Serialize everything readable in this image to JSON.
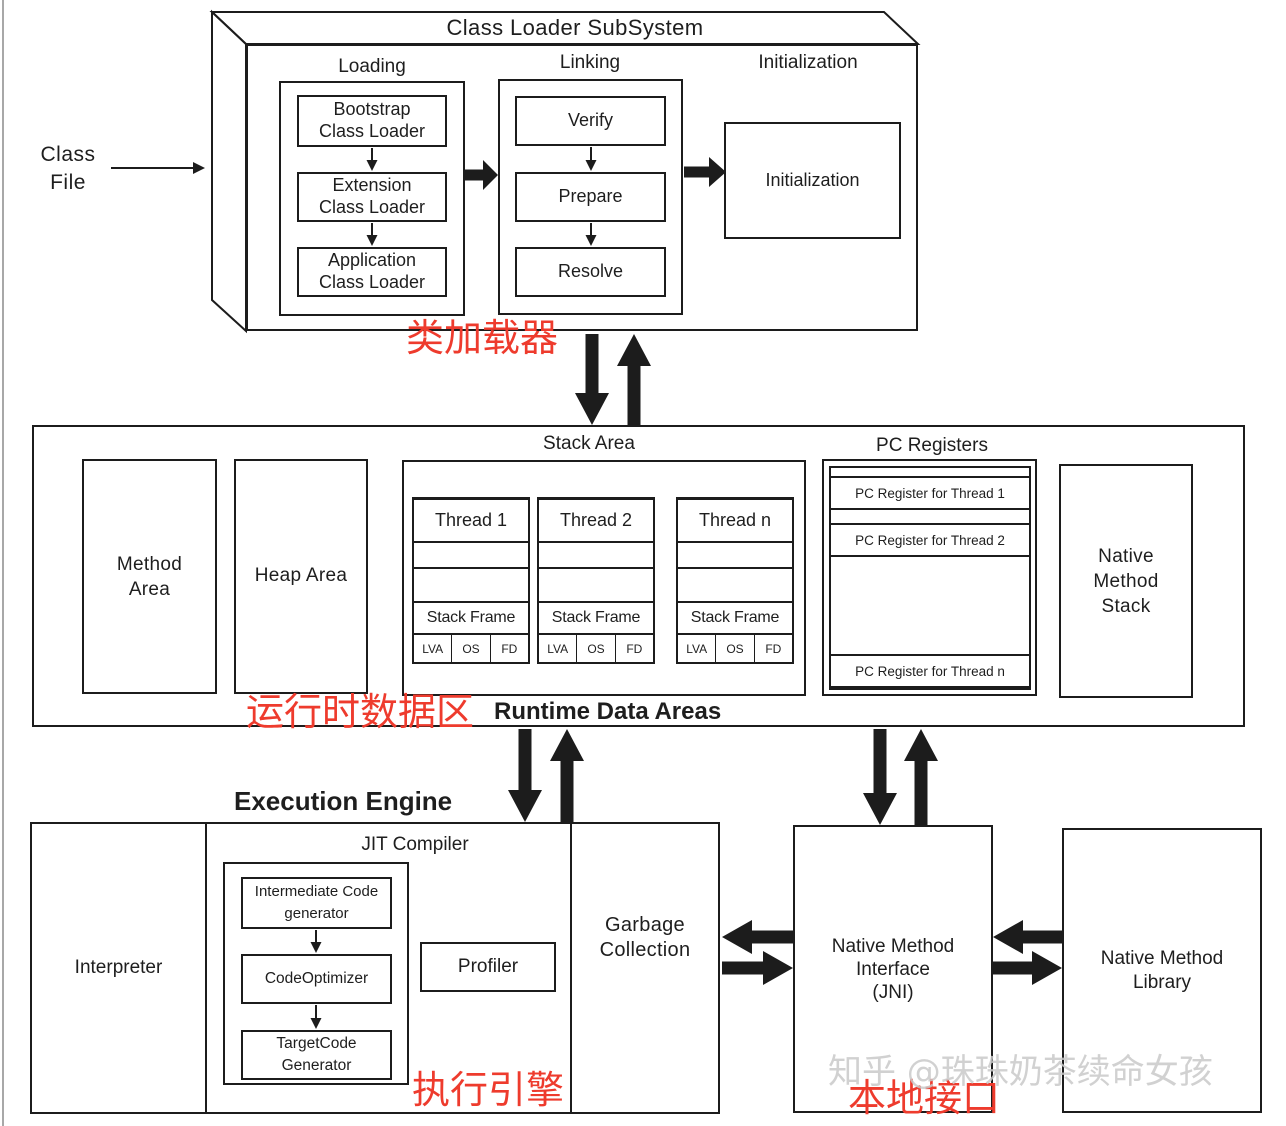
{
  "class_loader": {
    "title": "Class Loader SubSystem",
    "input_label": "Class\nFile",
    "loading": {
      "label": "Loading",
      "items": [
        "Bootstrap\nClass Loader",
        "Extension\nClass Loader",
        "Application\nClass Loader"
      ]
    },
    "linking": {
      "label": "Linking",
      "items": [
        "Verify",
        "Prepare",
        "Resolve"
      ]
    },
    "initialization": {
      "label": "Initialization",
      "box": "Initialization"
    },
    "cn_label": "类加载器"
  },
  "runtime": {
    "title": "Runtime Data Areas",
    "cn_label": "运行时数据区",
    "method_area": "Method\nArea",
    "heap_area": "Heap Area",
    "stack_area": {
      "label": "Stack Area",
      "threads": [
        {
          "name": "Thread 1",
          "frame": "Stack Frame",
          "cells": [
            "LVA",
            "OS",
            "FD"
          ]
        },
        {
          "name": "Thread 2",
          "frame": "Stack Frame",
          "cells": [
            "LVA",
            "OS",
            "FD"
          ]
        },
        {
          "name": "Thread n",
          "frame": "Stack Frame",
          "cells": [
            "LVA",
            "OS",
            "FD"
          ]
        }
      ]
    },
    "pc_registers": {
      "label": "PC Registers",
      "items": [
        "PC Register for Thread 1",
        "PC Register for Thread 2",
        "PC Register for Thread n"
      ]
    },
    "native_method_stack": "Native\nMethod\nStack"
  },
  "execution": {
    "title": "Execution Engine",
    "cn_label": "执行引擎",
    "interpreter": "Interpreter",
    "jit": {
      "label": "JIT Compiler",
      "steps": [
        "Intermediate Code\ngenerator",
        "CodeOptimizer",
        "TargetCode\nGenerator"
      ],
      "profiler": "Profiler"
    },
    "gc": "Garbage\nCollection"
  },
  "jni": {
    "label": "Native Method\nInterface\n(JNI)",
    "cn_label": "本地接口"
  },
  "native_library": "Native Method\nLibrary",
  "watermark": "知乎 @珠珠奶茶续命女孩",
  "colors": {
    "stroke": "#1c1c1c",
    "annotation_red": "#ee3b2d",
    "watermark": "#c9c9c9"
  }
}
